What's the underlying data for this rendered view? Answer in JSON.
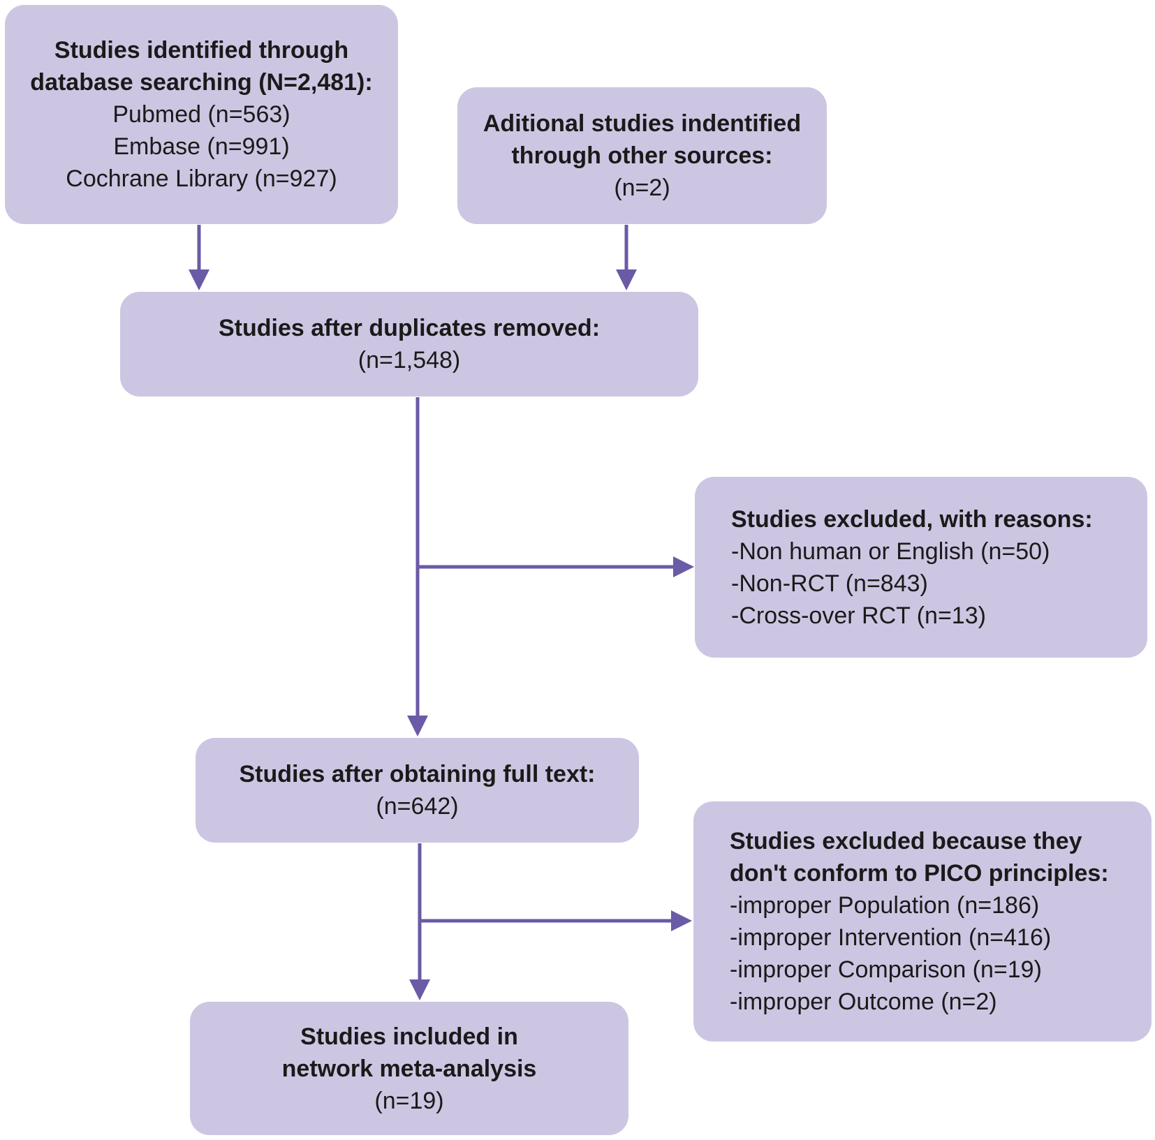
{
  "flow": {
    "search": {
      "title_lines": [
        "Studies identified through",
        "database searching (N=2,481):"
      ],
      "sources": [
        "Pubmed (n=563)",
        "Embase (n=991)",
        "Cochrane Library (n=927)"
      ]
    },
    "other": {
      "title_lines": [
        "Aditional studies indentified",
        "through other sources:"
      ],
      "count": "(n=2)"
    },
    "dedup": {
      "title": "Studies after duplicates removed:",
      "count": "(n=1,548)"
    },
    "excluded_reasons": {
      "title": "Studies excluded, with reasons:",
      "items": [
        "-Non human or English (n=50)",
        "-Non-RCT (n=843)",
        "-Cross-over RCT (n=13)"
      ]
    },
    "full_text": {
      "title": "Studies after obtaining full text:",
      "count": "(n=642)"
    },
    "excluded_pico": {
      "title_lines": [
        "Studies excluded because they",
        "don't conform to PICO principles:"
      ],
      "items": [
        "-improper Population (n=186)",
        "-improper Intervention (n=416)",
        "-improper Comparison (n=19)",
        "-improper Outcome (n=2)"
      ]
    },
    "included": {
      "title_lines": [
        "Studies included in",
        "network meta-analysis"
      ],
      "count": "(n=19)"
    }
  },
  "colors": {
    "box_fill": "#cdc6e2",
    "arrow": "#6b5aa6",
    "text": "#1a1a1a"
  }
}
